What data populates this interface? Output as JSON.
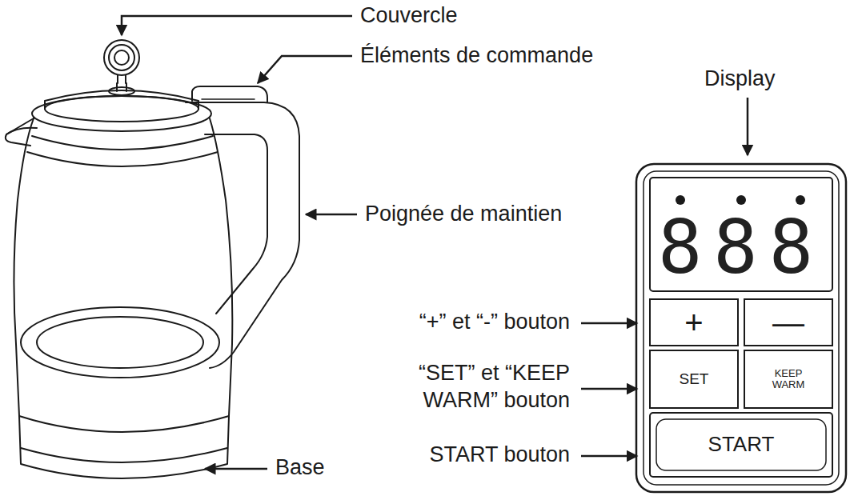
{
  "diagram": {
    "nodes": [
      {
        "text": [
          "888"
        ]
      },
      {
        "text": [
          "+"
        ]
      },
      {
        "text": [
          "—"
        ]
      },
      {
        "text": [
          "SET"
        ]
      },
      {
        "text": [
          "KEEP WARM"
        ]
      },
      {
        "text": [
          "START"
        ]
      }
    ],
    "labels": [
      "Couvercle",
      "Éléments de commande",
      "Display",
      "Poignée de maintien",
      "“+” et “-” bouton",
      "“SET” et “KEEP WARM” bouton",
      "START bouton",
      "Base"
    ]
  }
}
